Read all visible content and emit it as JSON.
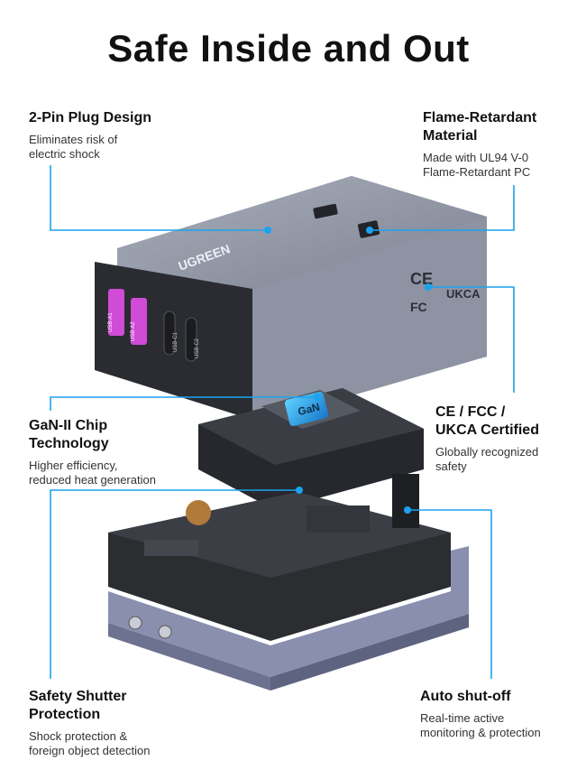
{
  "title": "Safe Inside and Out",
  "callouts": {
    "plug": {
      "head_1": "2-Pin Plug Design",
      "desc_1": "Eliminates risk of",
      "desc_2": "electric shock"
    },
    "flame": {
      "head_1": "Flame-Retardant",
      "head_2": "Material",
      "desc_1": "Made with UL94 V-0",
      "desc_2": "Flame-Retardant PC"
    },
    "gan": {
      "head_1": "GaN-II Chip",
      "head_2": "Technology",
      "desc_1": "Higher efficiency,",
      "desc_2": "reduced heat generation"
    },
    "cert": {
      "head_1": "CE / FCC /",
      "head_2": "UKCA Certified",
      "desc_1": "Globally recognized",
      "desc_2": "safety"
    },
    "shutter": {
      "head_1": "Safety Shutter",
      "head_2": "Protection",
      "desc_1": "Shock protection &",
      "desc_2": "foreign object detection"
    },
    "auto": {
      "head_1": "Auto shut-off",
      "desc_1": "Real-time active",
      "desc_2": "monitoring & protection"
    }
  },
  "device": {
    "brand": "UGREEN",
    "chip_label": "GaN",
    "ports": [
      "USB-A1",
      "USB-A2",
      "USB-C1",
      "USB-C2"
    ],
    "cert_marks": [
      "CE",
      "FC",
      "UKCA"
    ]
  },
  "colors": {
    "accent": "#1aa3ef",
    "shell": "#8f96a6",
    "board": "#2b2d31"
  }
}
